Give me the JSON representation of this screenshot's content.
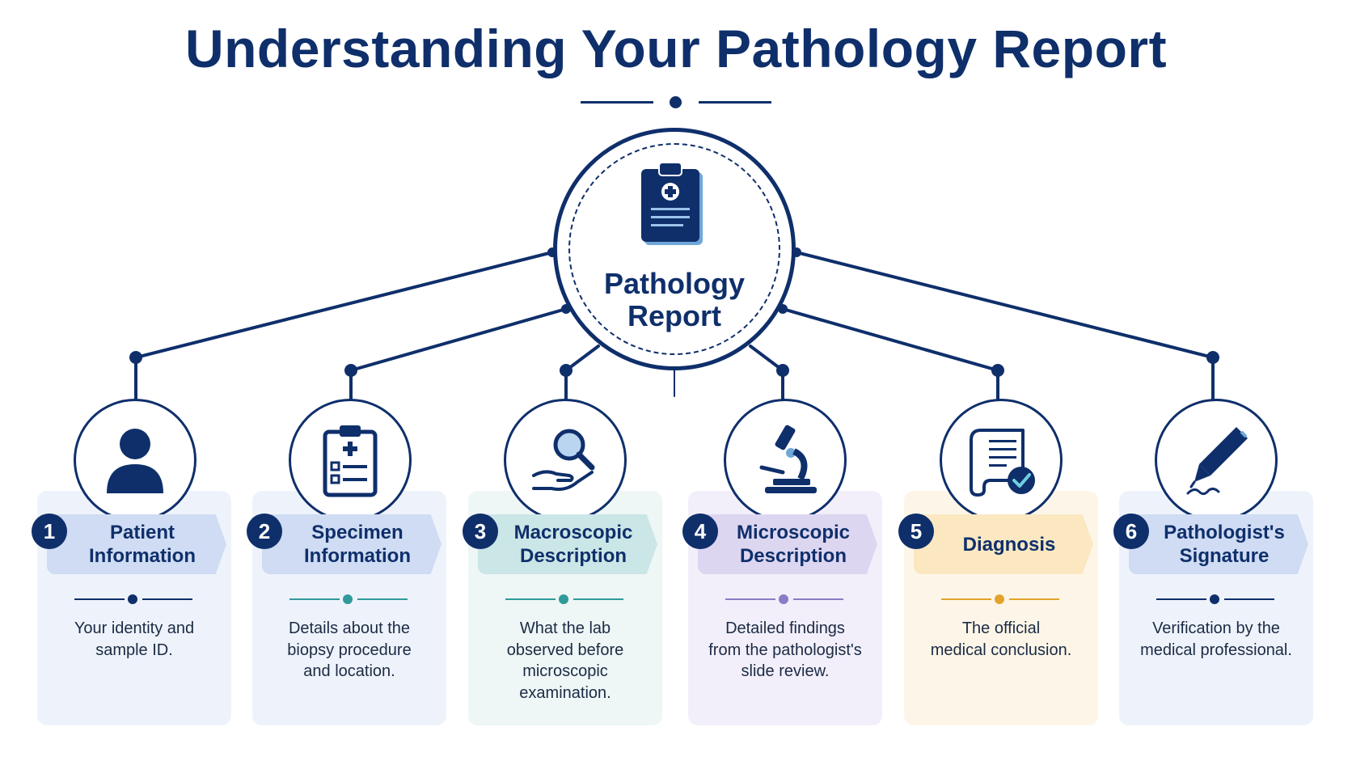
{
  "title": "Understanding Your Pathology Report",
  "hub": {
    "label_line1": "Pathology",
    "label_line2": "Report",
    "icon": "clipboard-medical-icon"
  },
  "colors": {
    "navy": "#0f2f6b",
    "blue_card": "#eef3fb",
    "blue_tab": "#cfdcf3",
    "blue_accent": "#0f2f6b",
    "teal_card": "#eef6f6",
    "teal_tab": "#cbe6e6",
    "teal_accent": "#2f9a9a",
    "purple_card": "#f2effa",
    "purple_tab": "#ddd6f1",
    "purple_accent": "#8a7cc6",
    "amber_card": "#fdf6e8",
    "amber_tab": "#fbe8c1",
    "amber_accent": "#e3a32c"
  },
  "sections": [
    {
      "number": "1",
      "line1": "Patient",
      "line2": "Information",
      "desc1": "Your identity and",
      "desc2": "sample ID.",
      "desc3": "",
      "desc4": "",
      "icon": "person-icon",
      "theme": "blue"
    },
    {
      "number": "2",
      "line1": "Specimen",
      "line2": "Information",
      "desc1": "Details about the",
      "desc2": "biopsy procedure",
      "desc3": "and location.",
      "desc4": "",
      "icon": "clipboard-checklist-icon",
      "theme": "blue"
    },
    {
      "number": "3",
      "line1": "Macroscopic",
      "line2": "Description",
      "desc1": "What the lab",
      "desc2": "observed before",
      "desc3": "microscopic",
      "desc4": "examination.",
      "icon": "magnifier-hand-icon",
      "theme": "teal"
    },
    {
      "number": "4",
      "line1": "Microscopic",
      "line2": "Description",
      "desc1": "Detailed findings",
      "desc2": "from the pathologist's",
      "desc3": "slide review.",
      "desc4": "",
      "icon": "microscope-icon",
      "theme": "purple"
    },
    {
      "number": "5",
      "line1": "Diagnosis",
      "line2": "",
      "desc1": "The official",
      "desc2": "medical conclusion.",
      "desc3": "",
      "desc4": "",
      "icon": "scroll-check-icon",
      "theme": "amber"
    },
    {
      "number": "6",
      "line1": "Pathologist's",
      "line2": "Signature",
      "desc1": "Verification by the",
      "desc2": "medical professional.",
      "desc3": "",
      "desc4": "",
      "icon": "pen-icon",
      "theme": "blue"
    }
  ]
}
